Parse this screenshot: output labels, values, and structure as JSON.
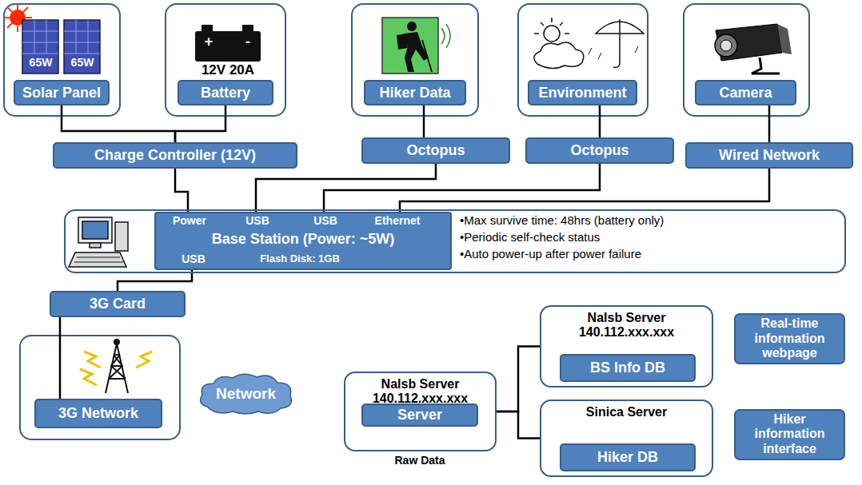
{
  "diagram": {
    "nodes": [
      {
        "text": [
          "Solar Panel"
        ]
      },
      {
        "text": [
          "Battery"
        ]
      },
      {
        "text": [
          "Hiker Data"
        ]
      },
      {
        "text": [
          "Environment"
        ]
      },
      {
        "text": [
          "Camera"
        ]
      },
      {
        "text": [
          "Charge Controller (12V)"
        ]
      },
      {
        "text": [
          "Octopus"
        ]
      },
      {
        "text": [
          "Octopus"
        ]
      },
      {
        "text": [
          "Wired Network"
        ]
      },
      {
        "text": [
          "•Max survive time: 48hrs (battery only)",
          "•Periodic self-check status",
          "•Auto power-up after power failure"
        ]
      },
      {
        "text": [
          "Power",
          "USB",
          "USB",
          "Ethernet",
          "Base Station (Power: ~5W)",
          "USB",
          "Flash Disk: 1GB"
        ],
        "in": 9
      },
      {
        "text": [
          "3G Card"
        ]
      },
      {
        "text": [
          "3G Network"
        ]
      },
      {
        "text": [
          "Network"
        ]
      },
      {
        "text": [
          "Nalsb Server",
          "140.112.xxx.xxx"
        ]
      },
      {
        "text": [
          "Server"
        ],
        "in": 14
      },
      {
        "text": [
          "Nalsb Server",
          "140.112.xxx.xxx"
        ]
      },
      {
        "text": [
          "BS Info DB"
        ],
        "in": 16
      },
      {
        "text": [
          "Real-time information webpage"
        ]
      },
      {
        "text": [
          "Sinica Server"
        ]
      },
      {
        "text": [
          "Hiker DB"
        ],
        "in": 19
      },
      {
        "text": [
          "Hiker information interface"
        ]
      }
    ],
    "edges": [
      {
        "from": 0,
        "to": 5,
        "arrow": "none"
      },
      {
        "from": 1,
        "to": 5,
        "arrow": "none"
      },
      {
        "from": 2,
        "to": 6,
        "arrow": "none"
      },
      {
        "from": 3,
        "to": 7,
        "arrow": "none"
      },
      {
        "from": 4,
        "to": 8,
        "arrow": "none"
      },
      {
        "from": 5,
        "to": 10,
        "arrow": "none"
      },
      {
        "from": 6,
        "to": 10,
        "arrow": "none"
      },
      {
        "from": 7,
        "to": 10,
        "arrow": "none"
      },
      {
        "from": 8,
        "to": 10,
        "arrow": "none"
      },
      {
        "from": 10,
        "to": 11,
        "arrow": "none"
      },
      {
        "from": 11,
        "to": 12,
        "arrow": "none"
      },
      {
        "from": 14,
        "to": 16,
        "arrow": "none"
      },
      {
        "from": 14,
        "to": 19,
        "arrow": "none"
      }
    ],
    "labels": [
      "65W",
      "65W",
      "+",
      "-",
      "12V 20A",
      "Raw Data"
    ]
  }
}
